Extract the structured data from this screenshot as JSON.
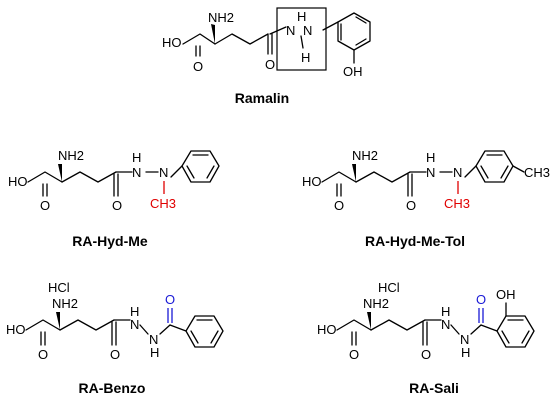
{
  "compounds": [
    {
      "name": "Ramalin",
      "atoms": {
        "nh2": "NH2",
        "ho": "HO",
        "o_acid": "O",
        "o_amide": "O",
        "nh_top": "H",
        "nh_bot": "H",
        "n_top": "N",
        "n_bot": "N",
        "oh": "OH"
      }
    },
    {
      "name": "RA-Hyd-Me",
      "atoms": {
        "nh2": "NH2",
        "ho": "HO",
        "o_acid": "O",
        "o_amide": "O",
        "n1": "N",
        "h1": "H",
        "n2": "N",
        "ch3": "CH3"
      }
    },
    {
      "name": "RA-Hyd-Me-Tol",
      "atoms": {
        "nh2": "NH2",
        "ho": "HO",
        "o_acid": "O",
        "o_amide": "O",
        "n1": "N",
        "h1": "H",
        "n2": "N",
        "ch3": "CH3",
        "ch3_ring": "CH3"
      }
    },
    {
      "name": "RA-Benzo",
      "salt": "HCl",
      "atoms": {
        "nh2": "NH2",
        "ho": "HO",
        "o_acid": "O",
        "o_amide": "O",
        "o_benzoyl": "O",
        "n1": "N",
        "h1": "H",
        "n2": "N",
        "h2": "H"
      }
    },
    {
      "name": "RA-Sali",
      "salt": "HCl",
      "atoms": {
        "nh2": "NH2",
        "ho": "HO",
        "o_acid": "O",
        "o_amide": "O",
        "o_benzoyl": "O",
        "oh": "OH",
        "n1": "N",
        "h1": "H",
        "n2": "N",
        "h2": "H"
      }
    }
  ],
  "colors": {
    "highlight_methyl": "#e00000",
    "highlight_carbonyl": "#1a1ad6",
    "ink": "#000000"
  }
}
